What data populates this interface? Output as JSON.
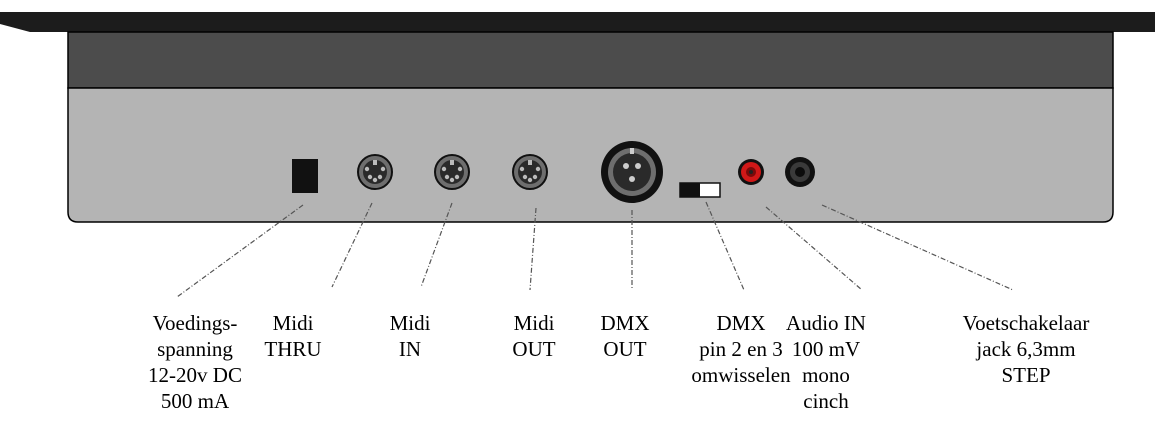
{
  "device": {
    "top_bar_color": "#1c1c1c",
    "grille_color": "#4c4c4c",
    "panel_color": "#b4b4b4",
    "outline_color": "#000000"
  },
  "connectors": [
    {
      "id": "power-socket",
      "icon": "dc-power-socket-icon",
      "lines": [
        "Voedings-",
        "spanning",
        "12-20v DC",
        "500 mA"
      ]
    },
    {
      "id": "midi-thru",
      "icon": "midi-din-connector-icon",
      "lines": [
        "Midi",
        "THRU"
      ]
    },
    {
      "id": "midi-in",
      "icon": "midi-din-connector-icon",
      "lines": [
        "Midi",
        "IN"
      ]
    },
    {
      "id": "midi-out",
      "icon": "midi-din-connector-icon",
      "lines": [
        "Midi",
        "OUT"
      ]
    },
    {
      "id": "dmx-out",
      "icon": "xlr-connector-icon",
      "lines": [
        "DMX",
        "OUT"
      ]
    },
    {
      "id": "dmx-switch",
      "icon": "slide-switch-icon",
      "lines": [
        "DMX",
        "pin 2 en 3",
        "omwisselen"
      ]
    },
    {
      "id": "audio-in",
      "icon": "rca-cinch-socket-icon",
      "lines": [
        "Audio IN",
        "100 mV",
        "mono",
        "cinch"
      ]
    },
    {
      "id": "footswitch",
      "icon": "jack-socket-icon",
      "lines": [
        "Voetschakelaar",
        "jack 6,3mm",
        "STEP"
      ]
    }
  ],
  "colors": {
    "cinch_red": "#d01818",
    "connector_dark": "#2a2a2a",
    "connector_mid": "#6e6e6e"
  }
}
